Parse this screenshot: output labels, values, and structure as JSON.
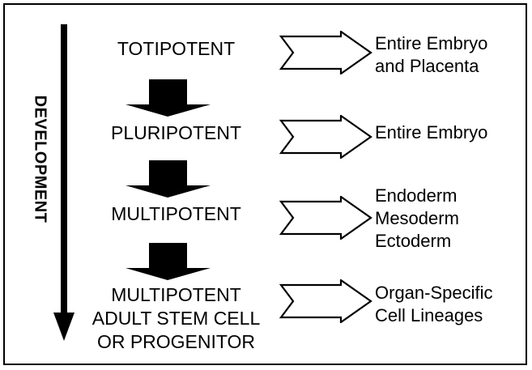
{
  "figure": {
    "title_visible": false,
    "background_color": "#ffffff",
    "ink_color": "#000000",
    "border_color": "#000000"
  },
  "axis": {
    "label": "DEVELOPMENT",
    "direction_icon": "down-arrow-icon",
    "orientation": "vertical-top-to-bottom"
  },
  "stages": [
    {
      "name": "TOTIPOTENT",
      "arrow_icon": "hollow-right-arrow-icon",
      "outcome": "Entire Embryo\nand Placenta"
    },
    {
      "name": "PLURIPOTENT",
      "arrow_icon": "hollow-right-arrow-icon",
      "outcome": "Entire Embryo"
    },
    {
      "name": "MULTIPOTENT",
      "arrow_icon": "hollow-right-arrow-icon",
      "outcome": "Endoderm\nMesoderm\nEctoderm"
    },
    {
      "name": "MULTIPOTENT\nADULT STEM CELL\nOR PROGENITOR",
      "arrow_icon": "hollow-right-arrow-icon",
      "outcome": "Organ-Specific\nCell Lineages"
    }
  ],
  "transitions": [
    {
      "icon": "solid-down-arrow-icon",
      "from": "TOTIPOTENT",
      "to": "PLURIPOTENT"
    },
    {
      "icon": "solid-down-arrow-icon",
      "from": "PLURIPOTENT",
      "to": "MULTIPOTENT"
    },
    {
      "icon": "solid-down-arrow-icon",
      "from": "MULTIPOTENT",
      "to": "MULTIPOTENT ADULT STEM CELL OR PROGENITOR"
    }
  ]
}
